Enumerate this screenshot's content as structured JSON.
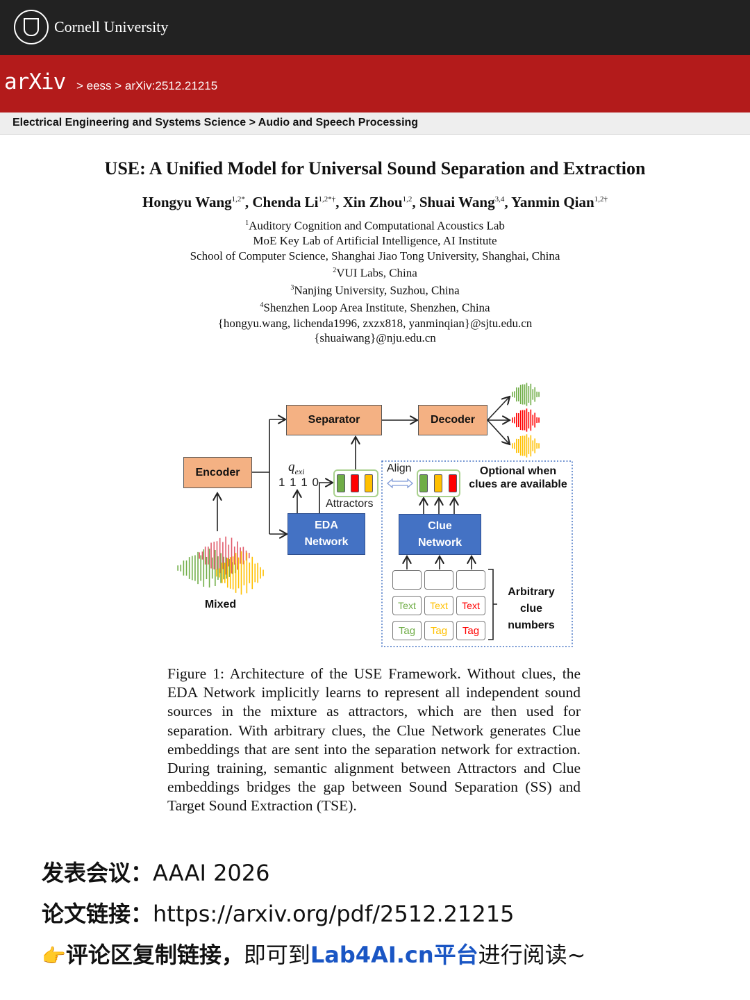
{
  "header": {
    "institution": "Cornell University",
    "logo": "arXiv",
    "breadcrumb": "> eess > arXiv:2512.21215",
    "category": "Electrical Engineering and Systems Science > Audio and Speech Processing"
  },
  "paper": {
    "title": "USE: A Unified Model for Universal Sound Separation and Extraction",
    "authors": [
      {
        "name": "Hongyu Wang",
        "sup": "1,2*"
      },
      {
        "name": "Chenda Li",
        "sup": "1,2*†"
      },
      {
        "name": "Xin Zhou",
        "sup": "1,2"
      },
      {
        "name": "Shuai Wang",
        "sup": "3,4"
      },
      {
        "name": "Yanmin Qian",
        "sup": "1,2†"
      }
    ],
    "affiliations": [
      {
        "sup": "1",
        "text": "Auditory Cognition and Computational Acoustics Lab"
      },
      {
        "sup": "",
        "text": "MoE Key Lab of Artificial Intelligence, AI Institute"
      },
      {
        "sup": "",
        "text": "School of Computer Science, Shanghai Jiao Tong University, Shanghai, China"
      },
      {
        "sup": "2",
        "text": "VUI Labs, China"
      },
      {
        "sup": "3",
        "text": "Nanjing University, Suzhou, China"
      },
      {
        "sup": "4",
        "text": "Shenzhen Loop Area Institute, Shenzhen, China"
      },
      {
        "sup": "",
        "text": "{hongyu.wang, lichenda1996, zxzx818, yanminqian}@sjtu.edu.cn"
      },
      {
        "sup": "",
        "text": "{shuaiwang}@nju.edu.cn"
      }
    ],
    "caption": "Figure 1: Architecture of the USE Framework. Without clues, the EDA Network implicitly learns to represent all independent sound sources in the mixture as attractors, which are then used for separation. With arbitrary clues, the Clue Network generates Clue embeddings that are sent into the separation network for extraction. During training, semantic alignment between Attractors and Clue embeddings bridges the gap between Sound Separation (SS) and Target Sound Extraction (TSE)."
  },
  "figure": {
    "separator": "Separator",
    "decoder": "Decoder",
    "encoder": "Encoder",
    "eda1": "EDA",
    "eda2": "Network",
    "clue1": "Clue",
    "clue2": "Network",
    "q": "q",
    "q_sub": "exi",
    "bits": "1 1 1 0",
    "attractors": "Attractors",
    "align": "Align",
    "optional1": "Optional when",
    "optional2": "clues are available",
    "mixed": "Mixed",
    "text_cell": "Text",
    "tag_cell": "Tag",
    "arb1": "Arbitrary",
    "arb2": "clue",
    "arb3": "numbers",
    "colors": {
      "green": "#70ad47",
      "red": "#ff0000",
      "yellow": "#ffc000",
      "blue": "#4472c4",
      "orange": "#f4b183"
    }
  },
  "footer": {
    "conf_label": "发表会议：",
    "conf": "AAAI 2026",
    "link_label": "论文链接：",
    "link": "https://arxiv.org/pdf/2512.21215",
    "cta_icon": "👉",
    "cta_bold": "评论区复制链接，",
    "cta_mid": "即可到",
    "cta_brand": "Lab4AI.cn平台",
    "cta_end": "进行阅读~"
  }
}
